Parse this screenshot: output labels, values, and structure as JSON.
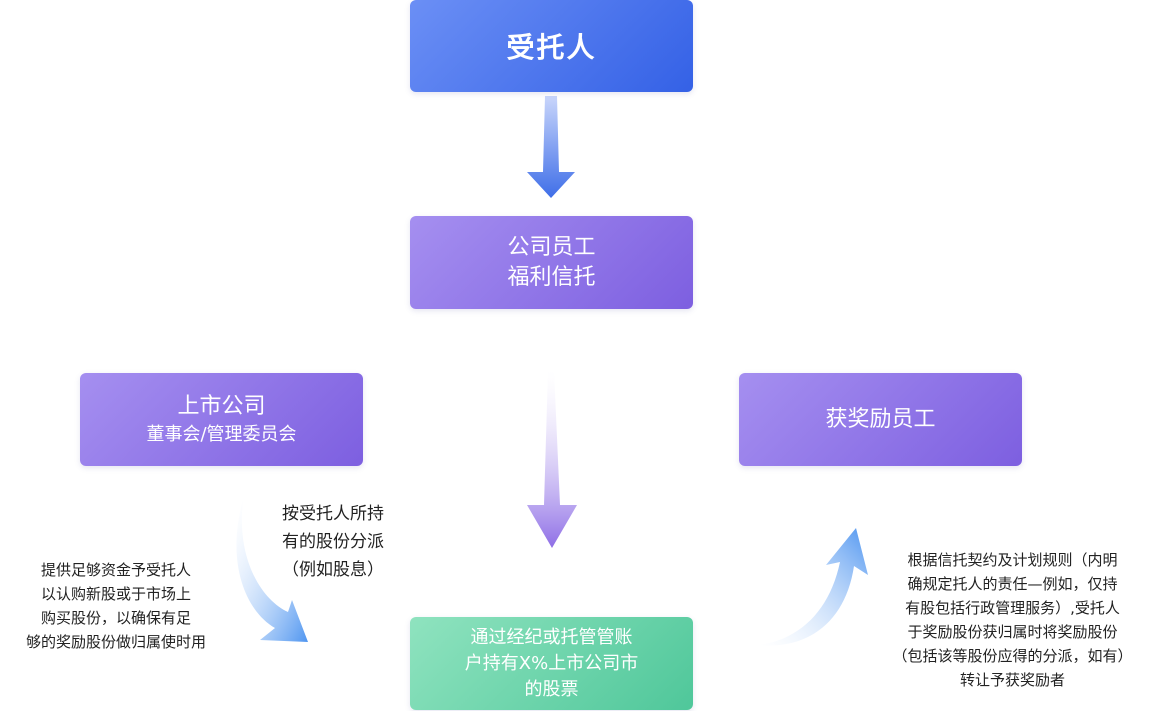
{
  "trustee": {
    "title": "受托人"
  },
  "welfare_trust": {
    "line1": "公司员工",
    "line2": "福利信托"
  },
  "listed_company": {
    "line1": "上市公司",
    "line2": "董事会/管理委员会"
  },
  "awarded_employees": {
    "title": "获奖励员工"
  },
  "custody_account": {
    "line1": "通过经纪或托管管账",
    "line2": "户持有X%上市公司市",
    "line3": "的股票"
  },
  "notes": {
    "dividend": {
      "line1": "按受托人所持",
      "line2": "有的股份分派",
      "line3": "（例如股息）"
    },
    "funding": {
      "line1": "提供足够资金予受托人",
      "line2": "以认购新股或于市场上",
      "line3": "购买股份，以确保有足",
      "line4": "够的奖励股份做归属使时用"
    },
    "transfer": {
      "line1": "根据信托契约及计划规则（内明",
      "line2": "确规定托人的责任—例如，仅持",
      "line3": "有股包括行政管理服务）,受托人",
      "line4": "于奖励股份获归属时将奖励股份",
      "line5": "（包括该等股份应得的分派，如有）",
      "line6": "转让予获奖励者"
    }
  },
  "colors": {
    "blue": "#3461e6",
    "purple": "#7d5fe0",
    "green": "#4fc79a",
    "arrow_blue": "#4f95f0"
  }
}
